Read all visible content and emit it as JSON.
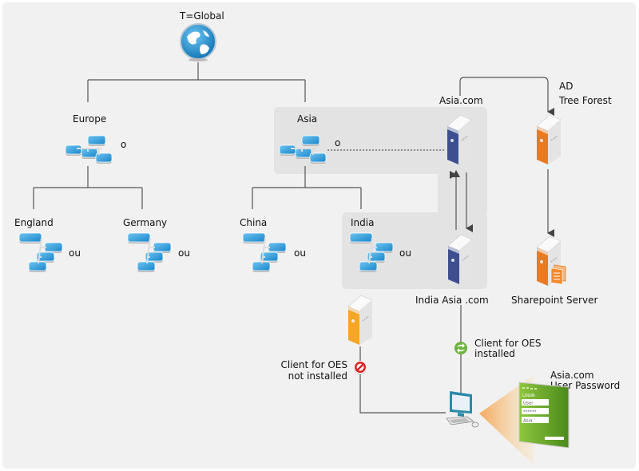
{
  "root": {
    "label": "T=Global",
    "icon": "globe-icon"
  },
  "branches": {
    "europe": {
      "label": "Europe",
      "type": "o"
    },
    "asia": {
      "label": "Asia",
      "type": "o"
    }
  },
  "leaves": [
    {
      "label": "England",
      "type": "ou"
    },
    {
      "label": "Germany",
      "type": "ou"
    },
    {
      "label": "China",
      "type": "ou"
    },
    {
      "label": "India",
      "type": "ou"
    }
  ],
  "servers": {
    "asia_com": {
      "label": "Asia.com",
      "color": "#3d4f8f"
    },
    "ad": {
      "label_line1": "AD",
      "label_line2": "Tree Forest",
      "color": "#e87a22"
    },
    "india": {
      "label": "India Asia .com",
      "color": "#3d4f8f"
    },
    "sharepoint": {
      "label": "Sharepoint Server",
      "color": "#e87a22"
    },
    "client_server": {
      "color": "#f5a623"
    }
  },
  "clients": {
    "not_installed": {
      "line1": "Client for OES",
      "line2": "not installed",
      "icon": "prohibited-icon"
    },
    "installed": {
      "line1": "Client for OES",
      "line2": "installed",
      "icon": "sync-icon"
    }
  },
  "login": {
    "title_line1": "Asia.com",
    "title_line2": "User Password",
    "panel_title": "LOGIN",
    "fields": [
      "User",
      "******",
      "Asia"
    ],
    "color": "#5aa020"
  }
}
